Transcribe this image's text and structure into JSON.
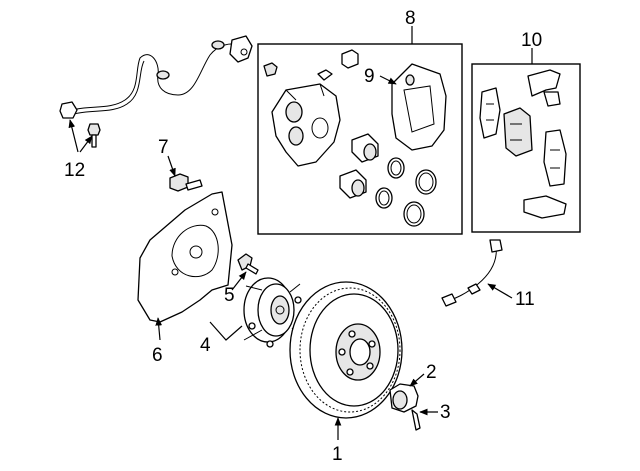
{
  "callouts": {
    "c1": "1",
    "c2": "2",
    "c3": "3",
    "c4": "4",
    "c5": "5",
    "c6": "6",
    "c7": "7",
    "c8": "8",
    "c9": "9",
    "c10": "10",
    "c11": "11",
    "c12": "12"
  },
  "colors": {
    "line": "#000000",
    "background": "#ffffff",
    "shading": "#e6e6e6"
  }
}
